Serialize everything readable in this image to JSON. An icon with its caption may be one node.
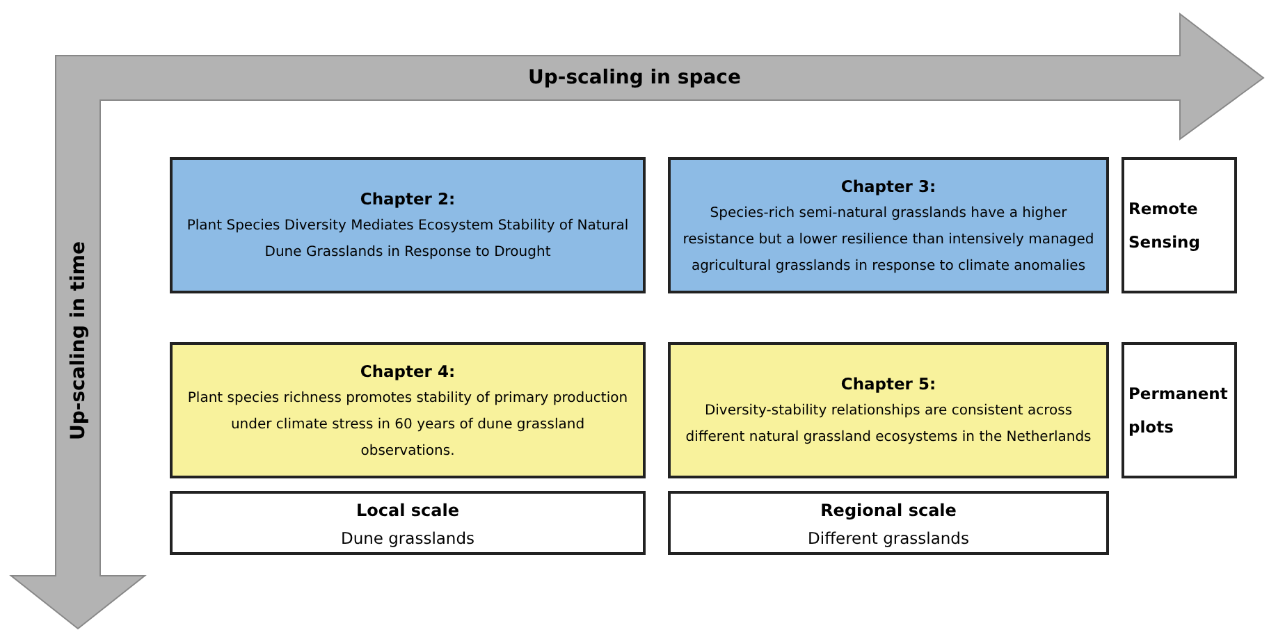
{
  "diagram": {
    "nodes": [
      {
        "text": [
          "Chapter 2:",
          "Plant Species Diversity Mediates Ecosystem Stability of Natural Dune Grasslands in Response to Drought"
        ]
      },
      {
        "text": [
          "Chapter 3:",
          "Species-rich semi-natural grasslands have a higher resistance but a lower resilience than intensively managed agricultural grasslands in response to climate anomalies"
        ]
      },
      {
        "text": [
          "Remote Sensing"
        ]
      },
      {
        "text": [
          "Chapter 4:",
          "Plant species richness promotes stability of primary production under climate stress in 60 years of dune grassland observations."
        ]
      },
      {
        "text": [
          "Chapter 5:",
          "Diversity-stability relationships are consistent across different natural grassland ecosystems in the Netherlands"
        ]
      },
      {
        "text": [
          "Permanent plots"
        ]
      },
      {
        "text": [
          "Local scale",
          "Dune grasslands"
        ]
      },
      {
        "text": [
          "Regional scale",
          "Different grasslands"
        ]
      }
    ],
    "edges": [],
    "labels": [
      "Up-scaling in space",
      "Up-scaling in time"
    ]
  }
}
